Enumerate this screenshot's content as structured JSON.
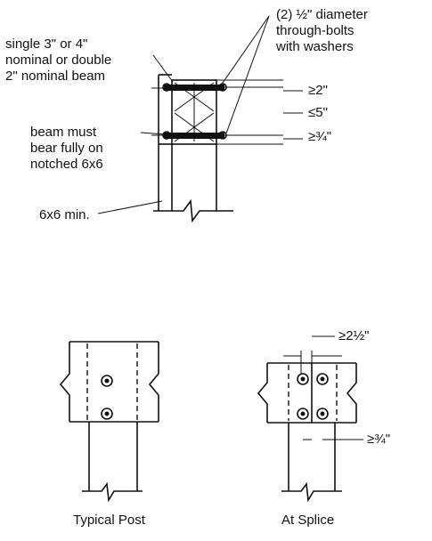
{
  "callouts": {
    "bolts": [
      "(2) ½\" diameter",
      "through-bolts",
      "with washers"
    ],
    "beam": [
      "single 3\" or 4\"",
      "nominal or double",
      "2\" nominal beam"
    ],
    "bearing": [
      "beam must",
      "bear fully on",
      "notched 6x6"
    ],
    "post_min": "6x6 min.",
    "dim_top": "≥2\"",
    "dim_mid": "≤5\"",
    "dim_bot": "≥¾\"",
    "dim_splice_width": "≥2½\"",
    "dim_splice_edge": "≥¾\""
  },
  "captions": {
    "typical": "Typical Post",
    "splice": "At Splice"
  }
}
